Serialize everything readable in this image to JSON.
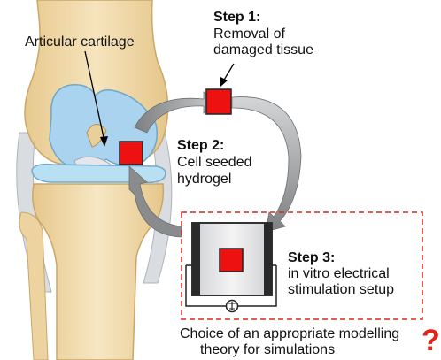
{
  "labels": {
    "articular_cartilage": "Articular cartilage",
    "step1": {
      "title": "Step 1:",
      "line1": "Removal of",
      "line2": "damaged tissue"
    },
    "step2": {
      "title": "Step 2:",
      "line1": "Cell seeded",
      "line2": "hydrogel"
    },
    "step3": {
      "title": "Step 3:",
      "line1": "in vitro electrical",
      "line2": "stimulation setup"
    },
    "question": {
      "line1": "Choice of an appropriate modelling",
      "line2": "theory for simulations",
      "mark": "?"
    }
  },
  "colors": {
    "red_square": "#ee1111",
    "arrow_gray": "#8f9092",
    "dashed_box": "#e2231a",
    "cartilage": "#a8d2ec",
    "bone": "#f2dcae",
    "meniscus": "#b7def2",
    "ligament": "#d8dde2"
  }
}
